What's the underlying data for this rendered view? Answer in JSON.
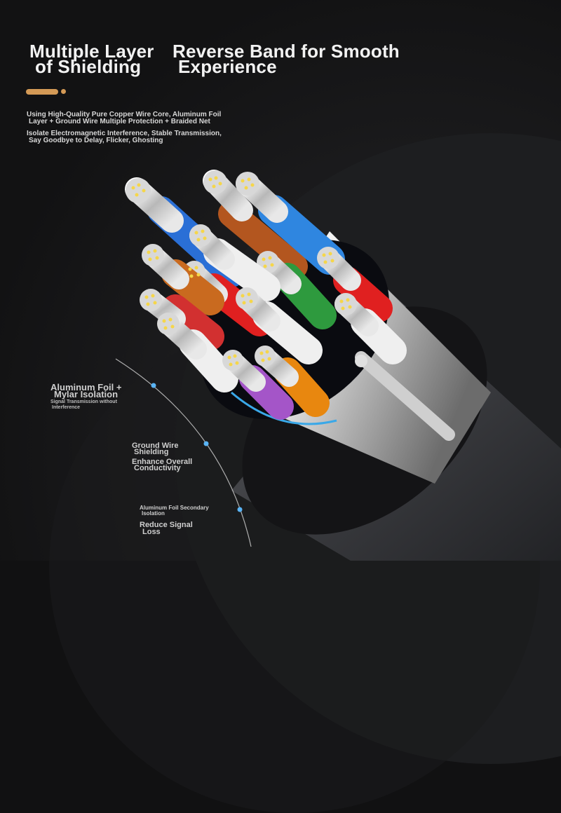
{
  "headline": {
    "left": {
      "line1": "Multiple Layer",
      "line2": "of Shielding"
    },
    "right": {
      "line1": "Reverse Band for Smooth",
      "line2": "Experience"
    }
  },
  "accent_color": "#d49a56",
  "description": {
    "para1": {
      "line1": "Using High-Quality Pure Copper Wire Core, Aluminum Foil",
      "line2": "Layer + Ground Wire Multiple Protection + Braided Net"
    },
    "para2": {
      "line1": "Isolate Electromagnetic Interference, Stable Transmission,",
      "line2": "Say Goodbye to Delay, Flicker, Ghosting"
    }
  },
  "callouts": [
    {
      "title1": "Aluminum Foil +",
      "title2": "Mylar Isolation",
      "sub1": "Signal Transmission without",
      "sub2": "Interference"
    },
    {
      "title1": "Ground Wire",
      "title2": "Shielding",
      "sub1": "Enhance Overall",
      "sub2": "Conductivity"
    },
    {
      "title1": "Aluminum Foil Secondary",
      "title2": "Isolation",
      "sub1": "Reduce Signal",
      "sub2": "Loss"
    }
  ],
  "callout_dot_color": "#5ab4f5",
  "wire_colors": [
    "#2a6fd6",
    "#b3561f",
    "#2f86e0",
    "#e02020",
    "#f0f0f0",
    "#2e9a3e",
    "#e8870f",
    "#a455c8",
    "#35a8e0"
  ]
}
